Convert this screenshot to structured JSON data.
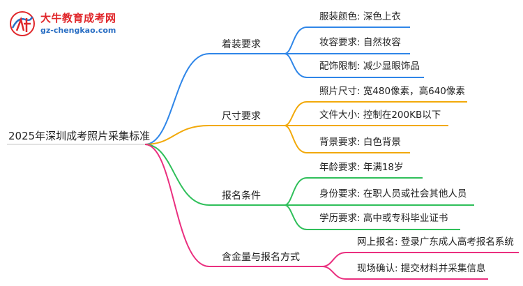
{
  "logo": {
    "name": "大牛教育成考网",
    "url": "gz-chengkao.com",
    "colors": {
      "red": "#e0262a",
      "blue": "#2a6fc4"
    }
  },
  "root": {
    "text": "2025年深圳成考照片采集标准"
  },
  "branches": [
    {
      "text": "着装要求",
      "color": "#2f86e8",
      "leaves": [
        "服装颜色: 深色上衣",
        "妆容要求: 自然妆容",
        "配饰限制: 减少显眼饰品"
      ]
    },
    {
      "text": "尺寸要求",
      "color": "#f2a90a",
      "leaves": [
        "照片尺寸: 宽480像素，高640像素",
        "文件大小: 控制在200KB以下",
        "背景要求: 白色背景"
      ]
    },
    {
      "text": "报名条件",
      "color": "#2fbf5a",
      "leaves": [
        "年龄要求: 年满18岁",
        "身份要求: 在职人员或社会其他人员",
        "学历要求: 高中或专科毕业证书"
      ]
    },
    {
      "text": "含金量与报名方式",
      "color": "#ea2f7f",
      "leaves": [
        "网上报名: 登录广东成人高考报名系统",
        "现场确认: 提交材料并采集信息"
      ]
    }
  ]
}
